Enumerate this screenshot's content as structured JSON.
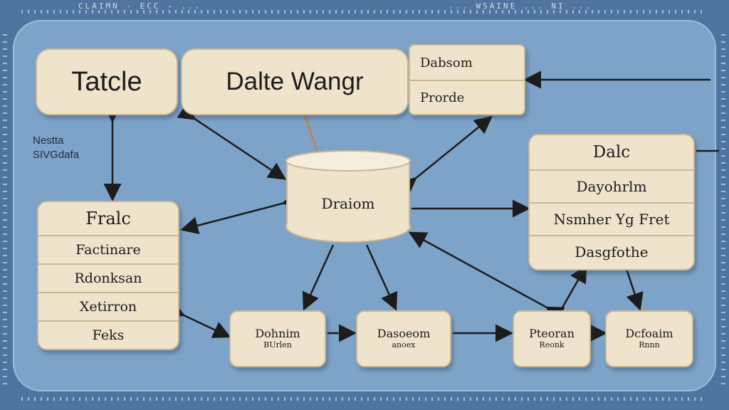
{
  "frame": {
    "top_text": "CLAIMN - ECC - ...",
    "top_right_text": "... WSAINE ... NI ...",
    "side_label_line1": "Nestta",
    "side_label_line2": "SIVGdafa"
  },
  "nodes": {
    "table_box": "Tatcle",
    "manager_box": "Dalte Wangr",
    "datom_table": {
      "rows": [
        "Dabsom",
        "Prorde"
      ]
    },
    "cylinder_label": "Draiom",
    "left_table": {
      "rows": [
        "Fralc",
        "Factinare",
        "Rdonksan",
        "Xetirron",
        "Feks"
      ]
    },
    "right_table": {
      "rows": [
        "Dalc",
        "Dayohrlm",
        "Nsmher Yg Fret",
        "Dasgfothe"
      ]
    },
    "bottom_boxes": [
      {
        "title": "Dohnim",
        "sub": "BUrlen"
      },
      {
        "title": "Dasoeom",
        "sub": "anoex"
      },
      {
        "title": "Pteoran",
        "sub": "Reonk"
      },
      {
        "title": "Dcfoaim",
        "sub": "Rnnn"
      }
    ]
  },
  "colors": {
    "background": "#7ea3c9",
    "card": "#efe3cc",
    "border": "#c9b892",
    "arrow": "#1c1c1c"
  }
}
